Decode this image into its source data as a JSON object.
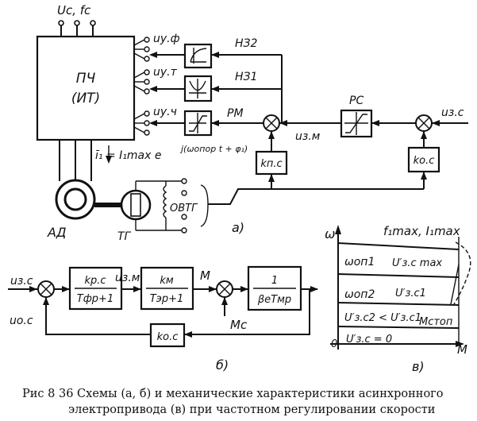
{
  "scheme_a": {
    "supply": "Uс, fс",
    "converter_line1": "ПЧ",
    "converter_line2": "(ИТ)",
    "input_uyf": "uу.ф",
    "input_uyt": "uу.т",
    "input_uyc": "uу.ч",
    "nz2": "НЗ2",
    "nz1": "НЗ1",
    "rm": "РМ",
    "rs": "РС",
    "uzm": "uз.м",
    "uzs": "uз.с",
    "kps": "kп.с",
    "kos": "kо.с",
    "current_eq": "ī₁ = I₁max e",
    "current_exp": "j(ωопор t + φ₁)",
    "motor": "АД",
    "tacho": "ТГ",
    "field": "ОВТГ",
    "label": "а)"
  },
  "scheme_b": {
    "uzs": "uз.с",
    "uos": "uо.с",
    "b1_num": "kр.с",
    "b1_den": "Tфp+1",
    "uzm": "uз.м",
    "b2_num": "kм",
    "b2_den": "Tэp+1",
    "m": "M",
    "mc": "Mс",
    "b3_num": "1",
    "b3_den": "βеTмp",
    "kos": "kо.с",
    "label": "б)"
  },
  "chart_c": {
    "y_axis": "ω",
    "x_axis": "M",
    "origin": "0",
    "top_label": "f₁max, I₁max",
    "w01": "ωоп1",
    "w02": "ωоп2",
    "uzc_max": "U′з.c max",
    "uzc1": "U′з.c1",
    "uzc2": "U′з.c2 < U′з.c1",
    "mstop": "Mстоп",
    "uzc0": "U′з.c = 0",
    "label": "в)"
  },
  "caption": {
    "line1": "Рис  8 36  Схемы (а, б) и механические характеристики асинхронного",
    "line2": "электропривода (в) при частотном регулировании скорости"
  }
}
